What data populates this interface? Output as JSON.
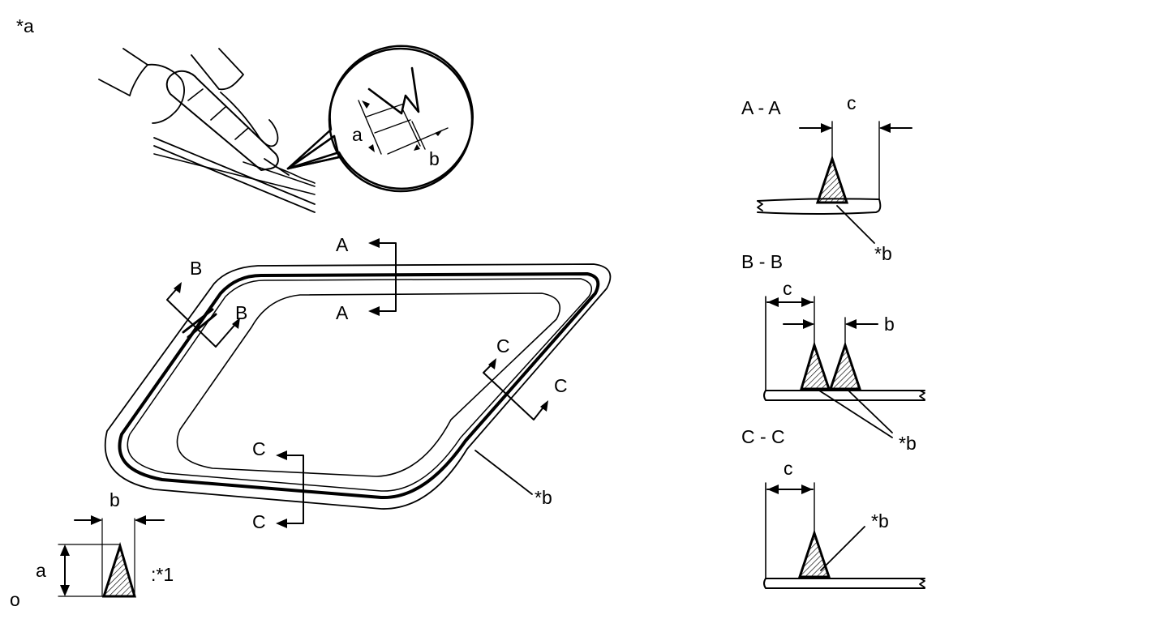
{
  "labels": {
    "figure_ref": "*a",
    "corner_mark": "o",
    "detail_a": "a",
    "detail_b": "b",
    "section_AA": "A - A",
    "section_BB": "B - B",
    "section_CC": "C - C",
    "dim_c": "c",
    "dim_b": "b",
    "dim_a": "a",
    "part_b": "*b",
    "legend_ref": ":*1",
    "cut_A": "A",
    "cut_B": "B",
    "cut_C": "C"
  },
  "colors": {
    "ink": "#000000",
    "background": "#ffffff"
  }
}
